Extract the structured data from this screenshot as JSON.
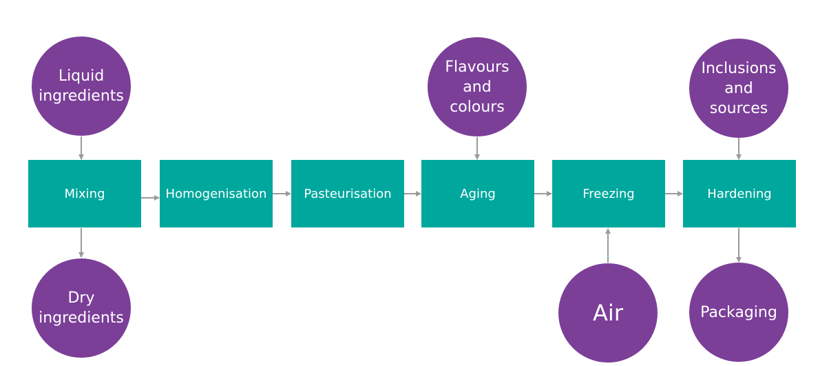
{
  "colors": {
    "step_fill": "#00a79d",
    "input_fill": "#7b3f98",
    "arrow": "#9a9a9a",
    "text": "#ffffff"
  },
  "steps": [
    "Mixing",
    "Homogenisation",
    "Pasteurisation",
    "Aging",
    "Freezing",
    "Hardening"
  ],
  "inputs": {
    "liquid": [
      "Liquid",
      "ingredients"
    ],
    "dry": [
      "Dry",
      "ingredients"
    ],
    "flavours": [
      "Flavours",
      "and",
      "colours"
    ],
    "inclusions": [
      "Inclusions",
      "and",
      "sources"
    ],
    "air": [
      "Air"
    ],
    "packaging": [
      "Packaging"
    ]
  }
}
